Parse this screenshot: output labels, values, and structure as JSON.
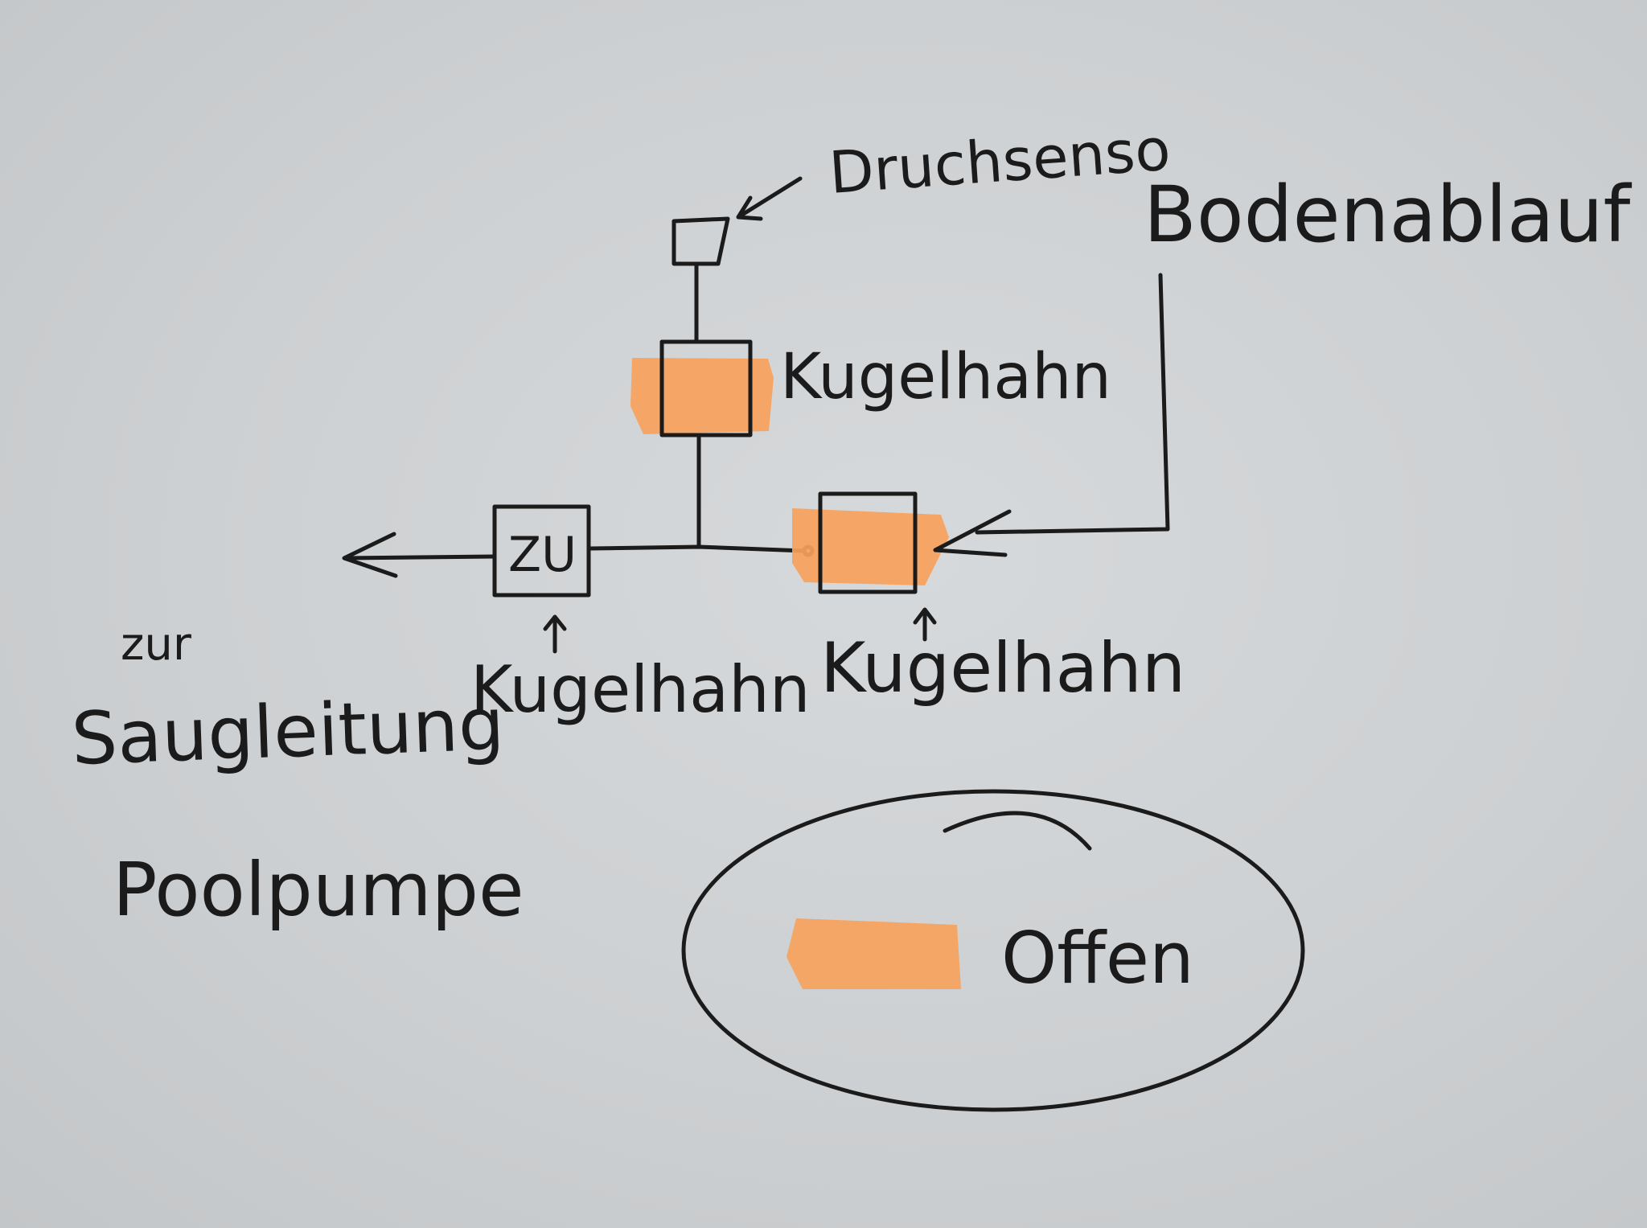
{
  "labels": {
    "sensor": "Druchsenso",
    "floor_drain": "Bodenablauf",
    "valve_top": "Kugelhahn",
    "valve_left": "Kugelhahn",
    "valve_right": "Kugelhahn",
    "zu_box": "ZU",
    "to_line_1": "zur",
    "to_line_2": "Saugleitung",
    "to_line_3": "Poolpumpe",
    "legend_open": "Offen"
  },
  "colors": {
    "ink": "#1b1b1b",
    "highlight": "#f7a25c",
    "paper": "#cfd2d4"
  }
}
